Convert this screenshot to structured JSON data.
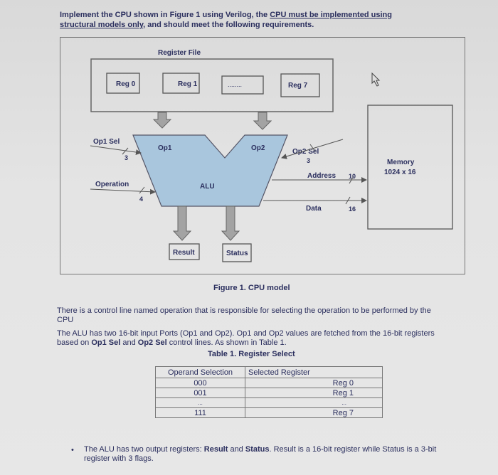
{
  "intro": {
    "part1": "Implement the CPU shown in Figure 1 using Verilog, the ",
    "cpu_link": "CPU must be implemented using structural models only",
    "part2": ", and should meet the following requirements."
  },
  "diagram": {
    "register_file": "Register File",
    "reg0": "Reg 0",
    "reg1": "Reg 1",
    "dots": "........",
    "reg7": "Reg 7",
    "op1_sel": "Op1 Sel",
    "op1_sel_bits": "3",
    "op1": "Op1",
    "op2": "Op2",
    "op2_sel": "Op2 Sel",
    "op2_sel_bits": "3",
    "operation": "Operation",
    "operation_bits": "4",
    "alu": "ALU",
    "address": "Address",
    "address_bits": "10",
    "data": "Data",
    "data_bits": "16",
    "memory": "Memory",
    "memory_size": "1024 x 16",
    "result": "Result",
    "status": "Status"
  },
  "caption": "Figure 1. CPU model",
  "para1": "There is a control line named operation that is responsible for selecting the operation to be performed by the CPU",
  "para2": {
    "a": "The ALU has two 16-bit input Ports (Op1 and Op2). Op1 and Op2 values are fetched from the 16-bit registers based on ",
    "b": "Op1 Sel",
    "c": " and ",
    "d": "Op2 Sel",
    "e": " control lines. As shown in Table 1."
  },
  "table_title": "Table 1. Register Select",
  "table": {
    "headers": [
      "Operand Selection",
      "Selected Register"
    ],
    "rows": [
      [
        "000",
        "Reg 0"
      ],
      [
        "001",
        "Reg 1"
      ],
      [
        "...",
        "..."
      ],
      [
        "111",
        "Reg 7"
      ]
    ]
  },
  "bullet": {
    "symbol": "•",
    "a": "The ALU has two output registers: ",
    "b": "Result",
    "c": " and ",
    "d": "Status",
    "e": ". Result is a 16-bit register while Status is a 3-bit register with 3 flags."
  },
  "colors": {
    "alu_fill": "#a9c6dd",
    "arrow_fill": "#a3a3a3",
    "text": "#2b2f5e"
  }
}
